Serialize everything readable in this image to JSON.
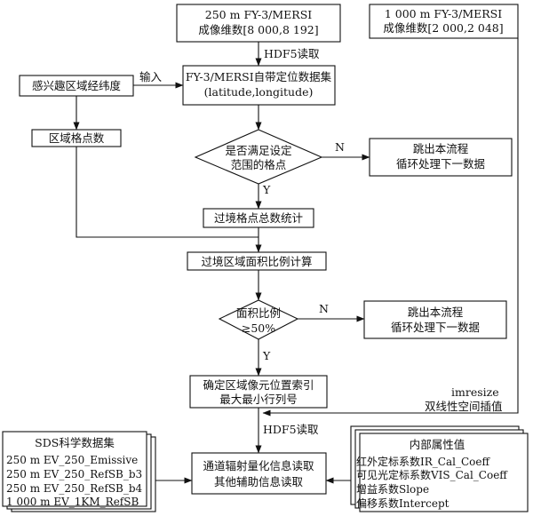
{
  "nodes": {
    "input_250m": {
      "line1": "250 m FY-3/MERSI",
      "line2": "成像维数[8 000,8 192]"
    },
    "input_1000m": {
      "line1": "1 000 m FY-3/MERSI",
      "line2": "成像维数[2 000,2 048]"
    },
    "geo_dataset": {
      "line1": "FY-3/MERSI自带定位数据集",
      "line2": "(latitude,longitude)"
    },
    "roi_latlon": {
      "label": "感兴趣区域经纬度"
    },
    "region_grid_count": {
      "label": "区域格点数"
    },
    "decision_in_range": {
      "line1": "是否满足设定",
      "line2": "范围的格点"
    },
    "skip_1": {
      "line1": "跳出本流程",
      "line2": "循环处理下一数据"
    },
    "crossing_count": {
      "label": "过境格点总数统计"
    },
    "area_ratio": {
      "label": "过境区域面积比例计算"
    },
    "decision_area": {
      "line1": "面积比例",
      "line2": "≥50%"
    },
    "skip_2": {
      "line1": "跳出本流程",
      "line2": "循环处理下一数据"
    },
    "pixel_index": {
      "line1": "确定区域像元位置索引",
      "line2": "最大最小行列号"
    },
    "sds_stack": {
      "title": "SDS科学数据集",
      "items": [
        "250 m EV_250_Emissive",
        "250 m EV_250_RefSB_b3",
        "250 m EV_250_RefSB_b4",
        "1 000 m EV_1KM_RefSB"
      ]
    },
    "radiometric_read": {
      "line1": "通道辐射量化信息读取",
      "line2": "其他辅助信息读取"
    },
    "attr_stack": {
      "title": "内部属性值",
      "items": [
        "红外定标系数IR_Cal_Coeff",
        "可见光定标系数VIS_Cal_Coeff",
        "增益系数Slope",
        "偏移系数Intercept"
      ]
    }
  },
  "edge_labels": {
    "hdf5_read_1": "HDF5读取",
    "input": "输入",
    "no_1": "N",
    "yes_1": "Y",
    "no_2": "N",
    "yes_2": "Y",
    "imresize_1": "imresize",
    "imresize_2": "双线性空间插值",
    "hdf5_read_2": "HDF5读取"
  },
  "colors": {
    "stroke": "#111111",
    "background": "#ffffff"
  }
}
